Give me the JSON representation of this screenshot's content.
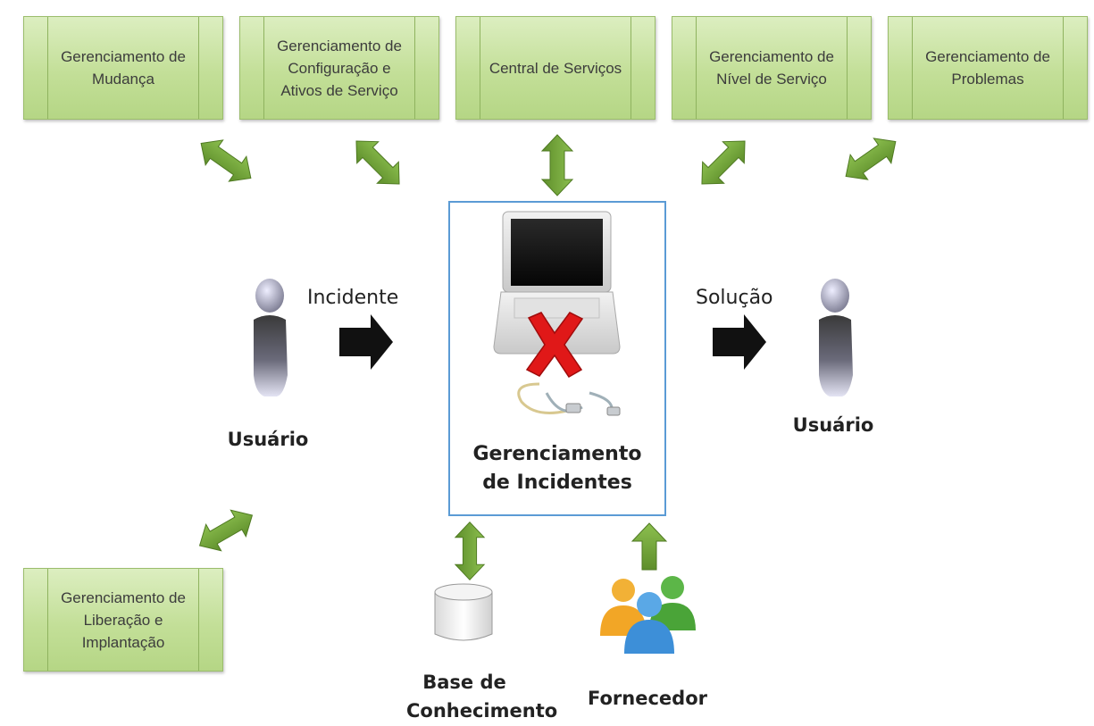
{
  "processes": {
    "mudanca": "Gerenciamento de Mudança",
    "configuracao": "Gerenciamento de Configuração e Ativos de Serviço",
    "central": "Central de Serviços",
    "nivel": "Gerenciamento de Nível de Serviço",
    "problemas": "Gerenciamento de Problemas",
    "liberacao": "Gerenciamento de Liberação e Implantação"
  },
  "center": {
    "title": "Gerenciamento de Incidentes"
  },
  "flow": {
    "incidente": "Incidente",
    "solucao": "Solução"
  },
  "users": {
    "left": "Usuário",
    "right": "Usuário"
  },
  "bottom": {
    "base": "Base de Conhecimento",
    "fornecedor": "Fornecedor"
  },
  "colors": {
    "process_fill": "#c3df98",
    "arrow_green": "#6a9a34",
    "center_border": "#5b9bd5",
    "flow_arrow": "#111111",
    "red_x": "#e01818"
  }
}
